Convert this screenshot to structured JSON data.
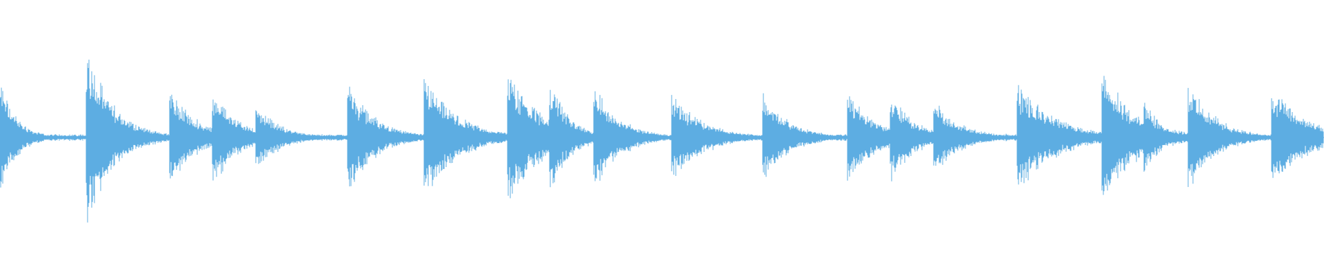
{
  "waveform": {
    "color": "#5dade2",
    "background": "#ffffff",
    "baseline_amplitude": 0.025,
    "transients": [
      {
        "time": 0.0,
        "peak": 0.4,
        "decay": 0.012
      },
      {
        "time": 0.065,
        "peak": 0.62,
        "decay": 0.02
      },
      {
        "time": 0.128,
        "peak": 0.34,
        "decay": 0.02
      },
      {
        "time": 0.16,
        "peak": 0.36,
        "decay": 0.018
      },
      {
        "time": 0.193,
        "peak": 0.24,
        "decay": 0.018
      },
      {
        "time": 0.262,
        "peak": 0.4,
        "decay": 0.02
      },
      {
        "time": 0.32,
        "peak": 0.44,
        "decay": 0.024
      },
      {
        "time": 0.383,
        "peak": 0.48,
        "decay": 0.024
      },
      {
        "time": 0.415,
        "peak": 0.4,
        "decay": 0.015
      },
      {
        "time": 0.448,
        "peak": 0.36,
        "decay": 0.02
      },
      {
        "time": 0.507,
        "peak": 0.3,
        "decay": 0.024
      },
      {
        "time": 0.576,
        "peak": 0.3,
        "decay": 0.02
      },
      {
        "time": 0.64,
        "peak": 0.34,
        "decay": 0.02
      },
      {
        "time": 0.672,
        "peak": 0.32,
        "decay": 0.018
      },
      {
        "time": 0.705,
        "peak": 0.26,
        "decay": 0.02
      },
      {
        "time": 0.768,
        "peak": 0.38,
        "decay": 0.028
      },
      {
        "time": 0.832,
        "peak": 0.46,
        "decay": 0.026
      },
      {
        "time": 0.864,
        "peak": 0.28,
        "decay": 0.012
      },
      {
        "time": 0.897,
        "peak": 0.4,
        "decay": 0.02
      },
      {
        "time": 0.96,
        "peak": 0.34,
        "decay": 0.026
      }
    ]
  }
}
